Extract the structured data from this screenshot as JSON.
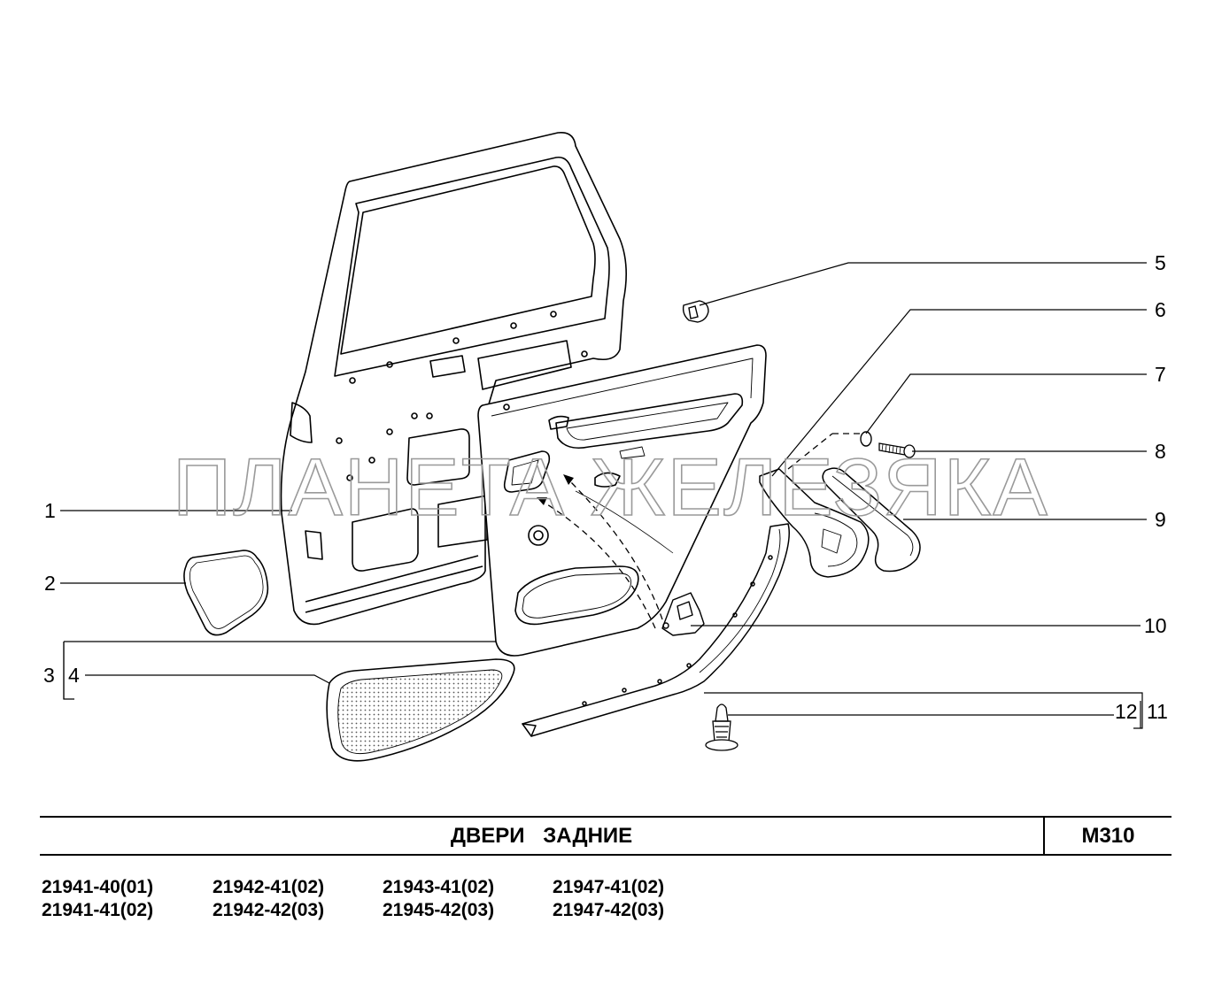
{
  "watermark": "ПЛАНЕТА ЖЕЛЕЗЯКА",
  "callouts": {
    "c1": "1",
    "c2": "2",
    "c3": "3",
    "c4": "4",
    "c5": "5",
    "c6": "6",
    "c7": "7",
    "c8": "8",
    "c9": "9",
    "c10": "10",
    "c11": "11",
    "c12": "12"
  },
  "title_block": {
    "title": "ДВЕРИ  ЗАДНИЕ",
    "code": "М310"
  },
  "models": {
    "col1": [
      "21941-40(01)",
      "21941-41(02)"
    ],
    "col2": [
      "21942-41(02)",
      "21942-42(03)"
    ],
    "col3": [
      "21943-41(02)",
      "21945-42(03)"
    ],
    "col4": [
      "21947-41(02)",
      "21947-42(03)"
    ]
  }
}
